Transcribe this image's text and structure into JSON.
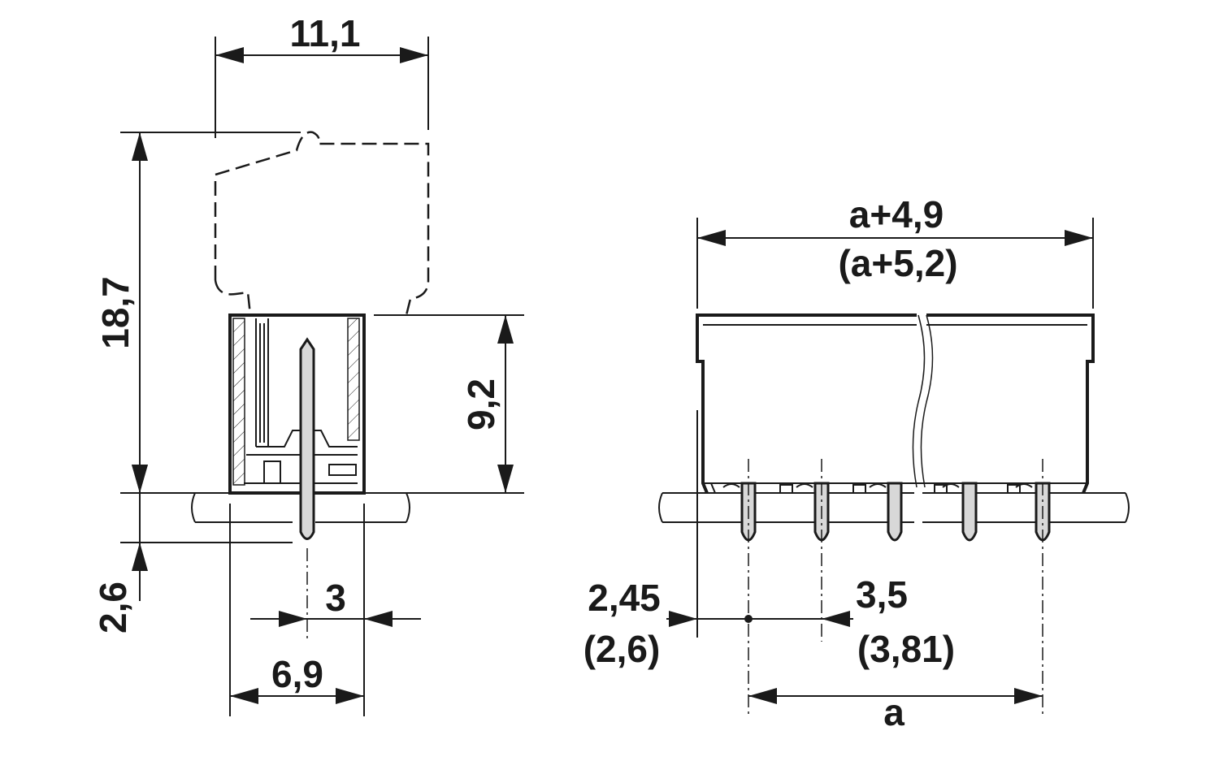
{
  "side_view": {
    "width_total": "11,1",
    "height_total": "18,7",
    "height_housing": "9,2",
    "pin_below_board": "2,6",
    "pin_offset": "3",
    "housing_depth": "6,9"
  },
  "front_view": {
    "overall_length": "a+4,9",
    "overall_length_alt": "(a+5,2)",
    "edge_to_first_pin": "2,45",
    "edge_to_first_pin_alt": "(2,6)",
    "pitch": "3,5",
    "pitch_alt": "(3,81)",
    "pin_span": "a"
  }
}
